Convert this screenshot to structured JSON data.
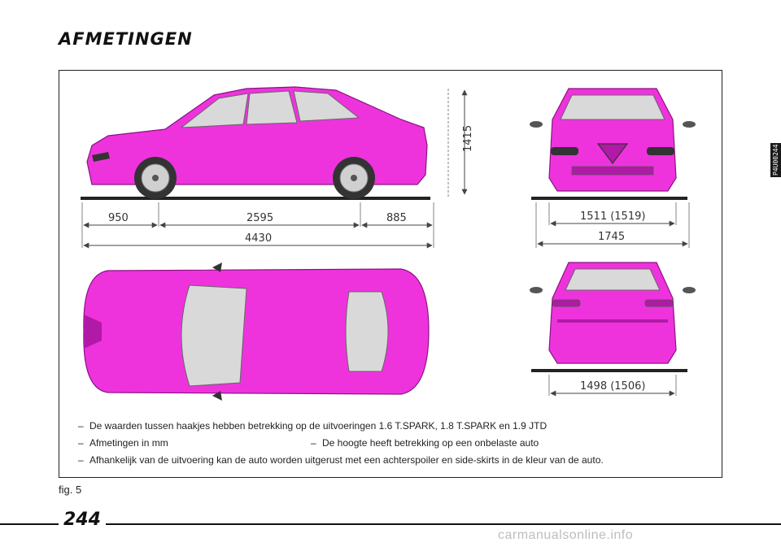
{
  "page": {
    "title": "AFMETINGEN",
    "figure_code": "P4U00244",
    "fig_label": "fig. 5",
    "page_number": "244",
    "watermark": "carmanualsonline.info"
  },
  "dimensions": {
    "height": "1415",
    "front_overhang": "950",
    "wheelbase": "2595",
    "rear_overhang": "885",
    "length": "4430",
    "front_track": "1511 (1519)",
    "width": "1745",
    "rear_track": "1498 (1506)"
  },
  "notes": [
    "De waarden tussen haakjes hebben betrekking op de uitvoeringen 1.6 T.SPARK, 1.8 T.SPARK en 1.9 JTD",
    "Afmetingen in mm",
    "De hoogte heeft betrekking op een onbelaste auto",
    "Afhankelijk van de uitvoering kan de auto worden uitgerust met een achterspoiler en side-skirts in de kleur van de auto."
  ],
  "colors": {
    "car_body": "#ee33dd",
    "car_dark": "#b01aa6",
    "glass": "#d9d9d9",
    "line": "#333333"
  }
}
